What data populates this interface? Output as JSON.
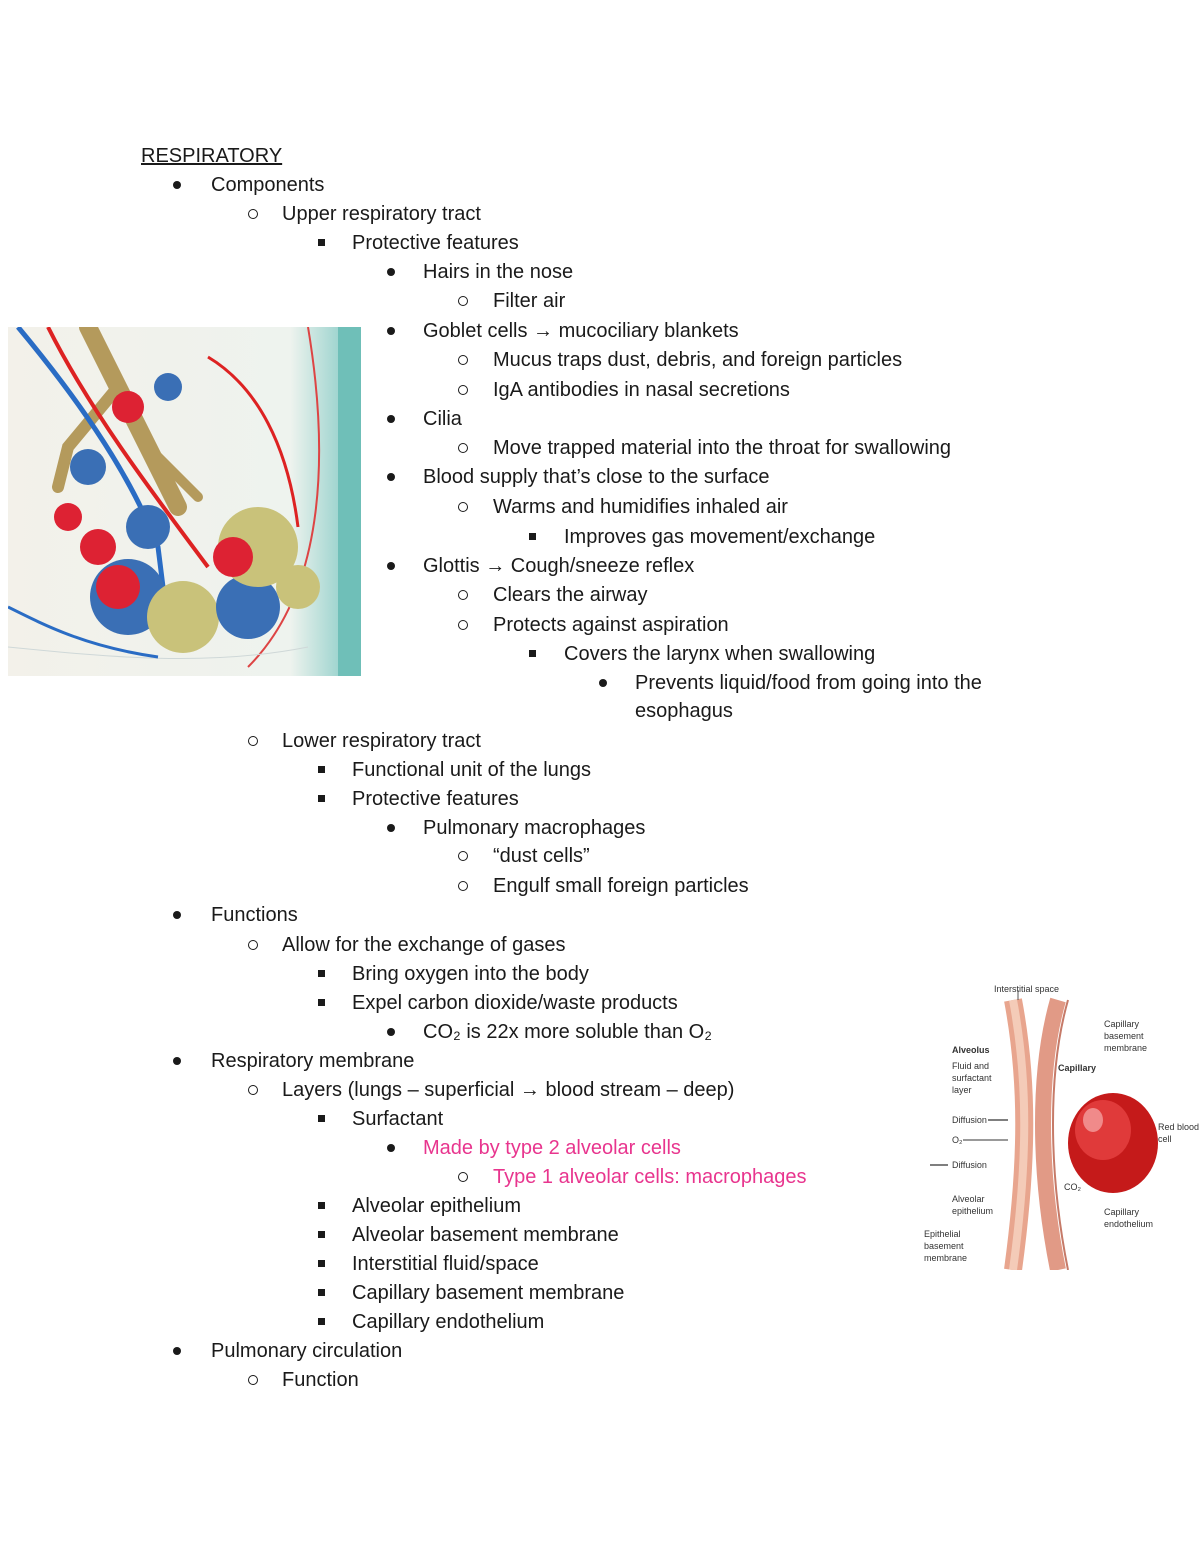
{
  "title": "RESPIRATORY",
  "lines": [
    {
      "level": 1,
      "text": "Components"
    },
    {
      "level": 2,
      "text": "Upper respiratory tract"
    },
    {
      "level": 3,
      "text": "Protective features"
    },
    {
      "level": 4,
      "text": "Hairs in the nose"
    },
    {
      "level": 5,
      "text": "Filter air"
    },
    {
      "level": 4,
      "text": "Goblet cells → mucociliary blankets"
    },
    {
      "level": 5,
      "text": "Mucus traps dust, debris, and foreign particles"
    },
    {
      "level": 5,
      "text": "IgA antibodies in nasal secretions"
    },
    {
      "level": 4,
      "text": "Cilia"
    },
    {
      "level": 5,
      "text": "Move trapped material into the throat for swallowing"
    },
    {
      "level": 4,
      "text": "Blood supply that’s close to the surface"
    },
    {
      "level": 5,
      "text": "Warms and humidifies inhaled air"
    },
    {
      "level": 6,
      "text": "Improves gas movement/exchange"
    },
    {
      "level": 4,
      "text": "Glottis → Cough/sneeze reflex"
    },
    {
      "level": 5,
      "text": "Clears the airway"
    },
    {
      "level": 5,
      "text": "Protects against aspiration"
    },
    {
      "level": 6,
      "text": "Covers the larynx when swallowing"
    },
    {
      "level": 7,
      "text": "Prevents liquid/food from going into the"
    },
    {
      "level": 7,
      "text": "esophagus",
      "continuation": true
    },
    {
      "level": 2,
      "text": "Lower respiratory tract"
    },
    {
      "level": 3,
      "text": "Functional unit of the lungs"
    },
    {
      "level": 3,
      "text": "Protective features"
    },
    {
      "level": 4,
      "text": "Pulmonary macrophages"
    },
    {
      "level": 5,
      "text": "“dust cells”"
    },
    {
      "level": 5,
      "text": "Engulf small foreign particles"
    },
    {
      "level": 1,
      "text": "Functions"
    },
    {
      "level": 2,
      "text": "Allow for the exchange of gases"
    },
    {
      "level": 3,
      "text": "Bring oxygen into the body"
    },
    {
      "level": 3,
      "text": "Expel carbon dioxide/waste products"
    },
    {
      "level": 4,
      "text": "CO₂ is 22x more soluble than O₂"
    },
    {
      "level": 1,
      "text": "Respiratory membrane"
    },
    {
      "level": 2,
      "text": "Layers (lungs – superficial → blood stream – deep)"
    },
    {
      "level": 3,
      "text": "Surfactant"
    },
    {
      "level": 4,
      "text": "Made by type 2 alveolar cells",
      "highlight": true
    },
    {
      "level": 5,
      "text": "Type 1 alveolar cells: macrophages",
      "highlight": true
    },
    {
      "level": 3,
      "text": "Alveolar epithelium"
    },
    {
      "level": 3,
      "text": "Alveolar basement membrane"
    },
    {
      "level": 3,
      "text": "Interstitial fluid/space"
    },
    {
      "level": 3,
      "text": "Capillary basement membrane"
    },
    {
      "level": 3,
      "text": "Capillary endothelium"
    },
    {
      "level": 1,
      "text": "Pulmonary circulation"
    },
    {
      "level": 2,
      "text": "Function"
    }
  ],
  "figure_membrane": {
    "labels": {
      "interstitial": "Interstitial space",
      "alveolus": "Alveolus",
      "fluid1": "Fluid and",
      "fluid2": "surfactant",
      "fluid3": "layer",
      "diffusion_in": "Diffusion",
      "o2": "O₂",
      "diffusion_out": "Diffusion",
      "alv_epi1": "Alveolar",
      "alv_epi2": "epithelium",
      "epi_bm1": "Epithelial",
      "epi_bm2": "basement",
      "epi_bm3": "membrane",
      "cap_bm1": "Capillary",
      "cap_bm2": "basement",
      "cap_bm3": "membrane",
      "capillary": "Capillary",
      "rbc1": "Red blood",
      "rbc2": "cell",
      "co2": "CO₂",
      "cap_endo1": "Capillary",
      "cap_endo2": "endothelium"
    }
  },
  "colors": {
    "highlight": "#e8358e",
    "text": "#1a1a1a"
  }
}
